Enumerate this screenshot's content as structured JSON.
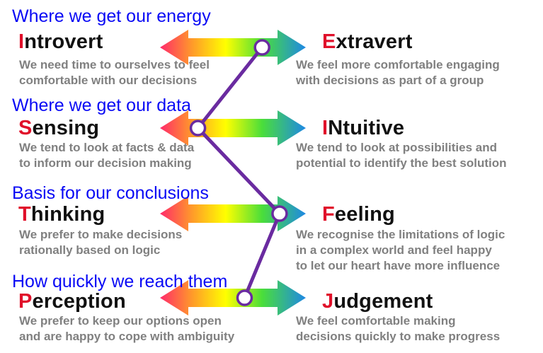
{
  "colors": {
    "heading": "#0a0af5",
    "initial": "#e0102a",
    "pole": "#111111",
    "description": "#808080",
    "path": "#6a2ba0",
    "arrow_gradient": [
      "#ff2a6a",
      "#ff9a2a",
      "#ffff00",
      "#4ade3a",
      "#1e88e5"
    ]
  },
  "dimensions": [
    {
      "heading": "Where we get our energy",
      "left": {
        "initial": "I",
        "rest": "ntrovert",
        "lines": [
          "We need time to ourselves to feel",
          "comfortable with our decisions"
        ]
      },
      "right": {
        "initial": "E",
        "rest": "xtravert",
        "lines": [
          "We feel more comfortable engaging",
          "with decisions as part of a group"
        ]
      },
      "marker": 0.7
    },
    {
      "heading": "Where we get our data",
      "left": {
        "initial": "S",
        "rest": "ensing",
        "lines": [
          "We tend to look at facts & data",
          "to inform our decision making"
        ]
      },
      "right": {
        "initial": "I",
        "rest": "Ntuitive",
        "lines": [
          "We tend to look at possibilities and",
          "potential to identify the best solution"
        ]
      },
      "marker": 0.26
    },
    {
      "heading": "Basis for our conclusions",
      "left": {
        "initial": "T",
        "rest": "hinking",
        "lines": [
          "We prefer to make decisions",
          "rationally based on logic"
        ]
      },
      "right": {
        "initial": "F",
        "rest": "eeling",
        "lines": [
          "We recognise the limitations of logic",
          "in a complex world and feel happy",
          "to let our heart have more influence"
        ]
      },
      "marker": 0.82
    },
    {
      "heading": "How quickly we reach them",
      "left": {
        "initial": "P",
        "rest": "erception",
        "lines": [
          "We prefer to keep our options open",
          "and are happy to cope with ambiguity"
        ]
      },
      "right": {
        "initial": "J",
        "rest": "udgement",
        "lines": [
          "We feel comfortable making",
          "decisions quickly to make progress"
        ]
      },
      "marker": 0.58
    }
  ]
}
